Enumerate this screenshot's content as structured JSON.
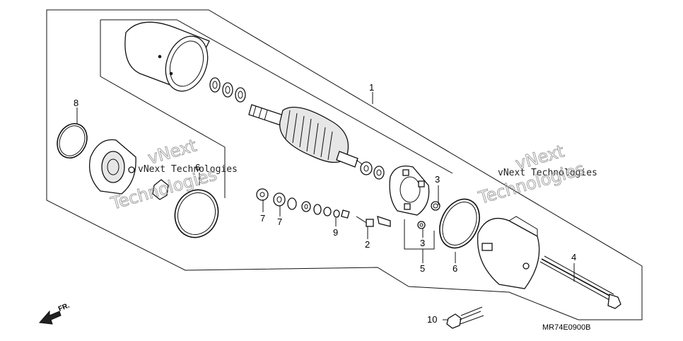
{
  "diagram_code": "MR74E0900B",
  "direction_label": "FR.",
  "watermarks": {
    "brand": "vNext",
    "company_line": "vNext Technologies",
    "company_word": "Technologies"
  },
  "callouts": [
    {
      "id": "c1",
      "label": "1"
    },
    {
      "id": "c2",
      "label": "2"
    },
    {
      "id": "c3a",
      "label": "3"
    },
    {
      "id": "c3b",
      "label": "3"
    },
    {
      "id": "c4",
      "label": "4"
    },
    {
      "id": "c5",
      "label": "5"
    },
    {
      "id": "c6a",
      "label": "6"
    },
    {
      "id": "c6b",
      "label": "6"
    },
    {
      "id": "c7a",
      "label": "7"
    },
    {
      "id": "c7b",
      "label": "7"
    },
    {
      "id": "c8",
      "label": "8"
    },
    {
      "id": "c9",
      "label": "9"
    },
    {
      "id": "c10",
      "label": "10"
    }
  ]
}
